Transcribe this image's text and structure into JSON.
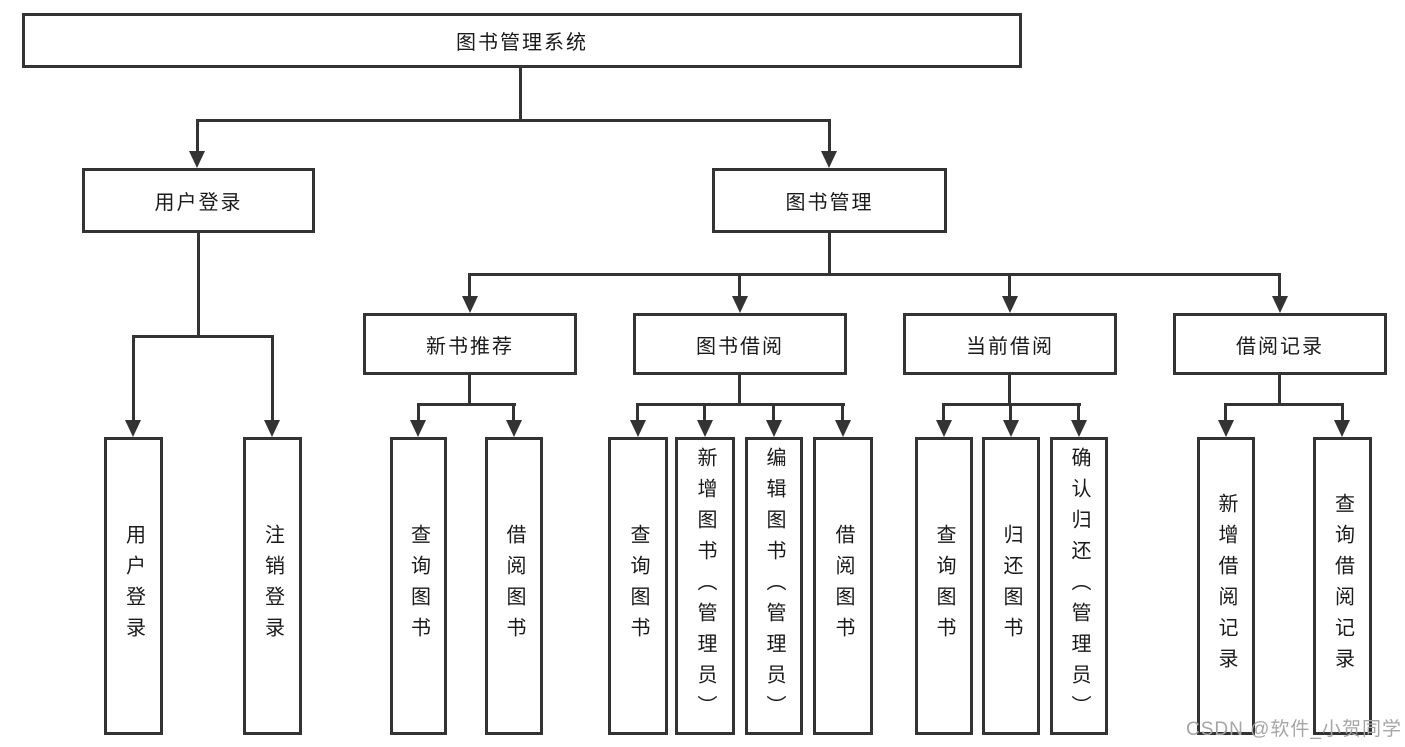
{
  "nodes": {
    "root": "图书管理系统",
    "level2": [
      "用户登录",
      "图书管理"
    ],
    "level3": [
      "新书推荐",
      "图书借阅",
      "当前借阅",
      "借阅记录"
    ],
    "level4": [
      "用户登录",
      "注销登录",
      "查询图书",
      "借阅图书",
      "查询图书",
      "新增图书（管理员）",
      "编辑图书（管理员）",
      "借阅图书",
      "查询图书",
      "归还图书",
      "确认归还（管理员）",
      "新增借阅记录",
      "查询借阅记录"
    ]
  },
  "hierarchy": {
    "图书管理系统": {
      "用户登录": [
        "用户登录",
        "注销登录"
      ],
      "图书管理": {
        "新书推荐": [
          "查询图书",
          "借阅图书"
        ],
        "图书借阅": [
          "查询图书",
          "新增图书（管理员）",
          "编辑图书（管理员）",
          "借阅图书"
        ],
        "当前借阅": [
          "查询图书",
          "归还图书",
          "确认归还（管理员）"
        ],
        "借阅记录": [
          "新增借阅记录",
          "查询借阅记录"
        ]
      }
    }
  },
  "watermark": "CSDN @软件_小贺同学",
  "colors": {
    "line": "#333333",
    "text": "#1a1a1a",
    "box_background": "#ffffff",
    "background": "#ffffff",
    "watermark": "#a6a6a6"
  }
}
